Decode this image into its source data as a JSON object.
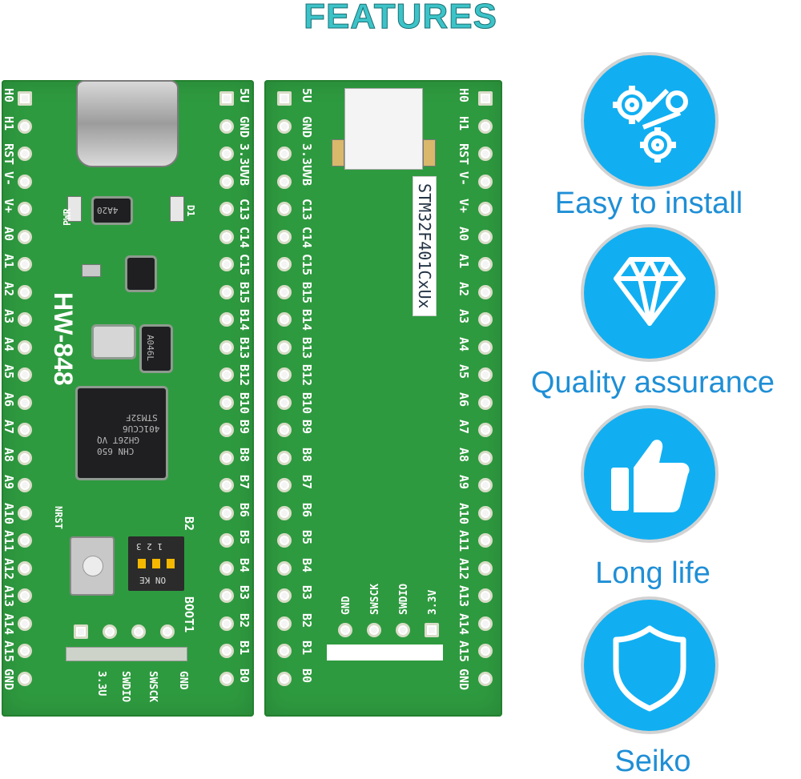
{
  "title": "FEATURES",
  "front_board": {
    "model_label": "HW-848",
    "left_pins": [
      "H0",
      "H1",
      "RST",
      "V-",
      "V+",
      "A0",
      "A1",
      "A2",
      "A3",
      "A4",
      "A5",
      "A6",
      "A7",
      "A8",
      "A9",
      "A10",
      "A11",
      "A12",
      "A13",
      "A14",
      "A15",
      "GND"
    ],
    "right_pins": [
      "5U",
      "GND",
      "3.3U",
      "VB",
      "C13",
      "C14",
      "C15",
      "B15",
      "B14",
      "B13",
      "B12",
      "B10",
      "B9",
      "B8",
      "B7",
      "B6",
      "B5",
      "B4",
      "B3",
      "B2",
      "B1",
      "B0"
    ],
    "chip_markings": [
      "STM32F",
      "401CCU6",
      "GH26T VQ",
      "CHN 650"
    ],
    "bottom_labels": [
      "3.3U",
      "SWDIO",
      "SWSCK",
      "GND"
    ],
    "button_label": "NRST",
    "switch_label": "BOOT1",
    "switch_top_label": "B2",
    "switch_on_label": "ON KE",
    "switch_numbers": "1 2 3",
    "led_labels": [
      "PWR",
      "D1"
    ],
    "small_chip_marking": "4A20",
    "crystal_marking": "A046L"
  },
  "back_board": {
    "sticker_text": "STM32F401CxUx",
    "left_pins": [
      "5U",
      "GND",
      "3.3U",
      "VB",
      "C13",
      "C14",
      "C15",
      "B15",
      "B14",
      "B13",
      "B12",
      "B10",
      "B9",
      "B8",
      "B7",
      "B6",
      "B5",
      "B4",
      "B3",
      "B2",
      "B1",
      "B0"
    ],
    "right_pins": [
      "H0",
      "H1",
      "RST",
      "V-",
      "V+",
      "A0",
      "A1",
      "A2",
      "A3",
      "A4",
      "A5",
      "A6",
      "A7",
      "A8",
      "A9",
      "A10",
      "A11",
      "A12",
      "A13",
      "A14",
      "A15",
      "GND"
    ],
    "debug_labels": [
      "GND",
      "SWSCK",
      "SWDIO",
      "3.3V"
    ]
  },
  "features": [
    {
      "label": "Easy to install",
      "icon": "gears-icon"
    },
    {
      "label": "Quality assurance",
      "icon": "diamond-icon"
    },
    {
      "label": "Long life",
      "icon": "thumbs-up-icon"
    },
    {
      "label": "Seiko",
      "icon": "shield-icon"
    }
  ],
  "colors": {
    "title": "#3cc3c8",
    "pcb": "#2e9a3f",
    "feature_circle": "#11aff2",
    "feature_text": "#1f8fd6"
  }
}
